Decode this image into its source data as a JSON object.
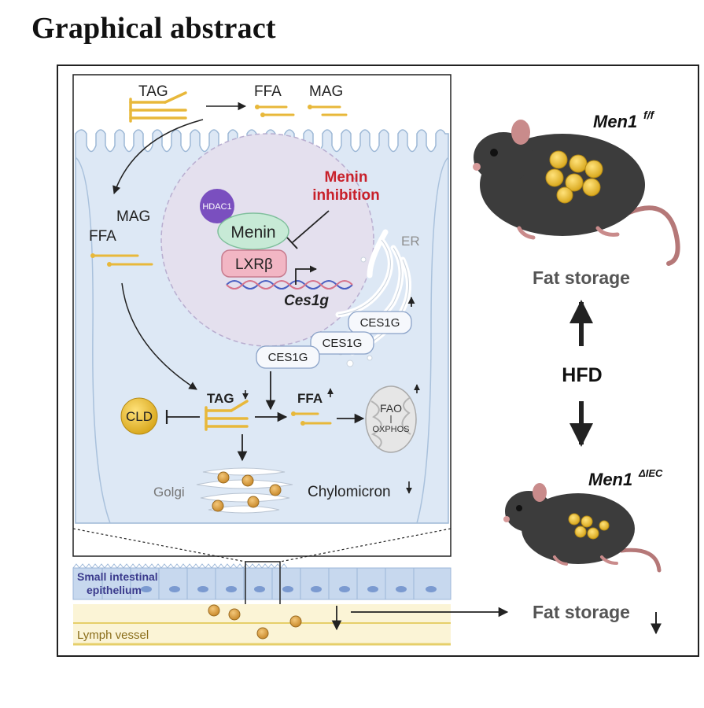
{
  "title": "Graphical abstract",
  "labels": {
    "tag_top": "TAG",
    "ffa_top": "FFA",
    "mag_top": "MAG",
    "mag_left": "MAG",
    "ffa_left": "FFA",
    "hdac1": "HDAC1",
    "menin": "Menin",
    "lxrb": "LXRβ",
    "ces1g_gene": "Ces1g",
    "menin_inhibition_1": "Menin",
    "menin_inhibition_2": "inhibition",
    "er": "ER",
    "ces1g_protein": [
      "CES1G",
      "CES1G",
      "CES1G"
    ],
    "tag_mid": "TAG",
    "ffa_mid": "FFA",
    "fao": "FAO",
    "oxphos": "OXPHOS",
    "cld": "CLD",
    "golgi": "Golgi",
    "chylomicron": "Chylomicron",
    "small_intestinal_1": "Small intestinal",
    "small_intestinal_2": "epithelium",
    "lymph_vessel": "Lymph vessel",
    "mouse_top_label": "Men1",
    "mouse_top_sup": "f/f",
    "fat_storage_top": "Fat storage",
    "hfd": "HFD",
    "mouse_bottom_label": "Men1",
    "mouse_bottom_sup": "ΔIEC",
    "fat_storage_bottom": "Fat storage"
  },
  "colors": {
    "cell_fill": "#dde8f5",
    "cell_stroke": "#9db8d6",
    "nucleus_fill": "#e4e0ee",
    "lipid": "#e8b83a",
    "menin_fill": "#c7ead6",
    "lxr_fill": "#f2b6c4",
    "hdac1_fill": "#7a4fbf",
    "inhibition_red": "#c8202a",
    "epithelium": "#b9cde6",
    "lymph": "#f8efc6",
    "mouse": "#3c3c3c"
  }
}
